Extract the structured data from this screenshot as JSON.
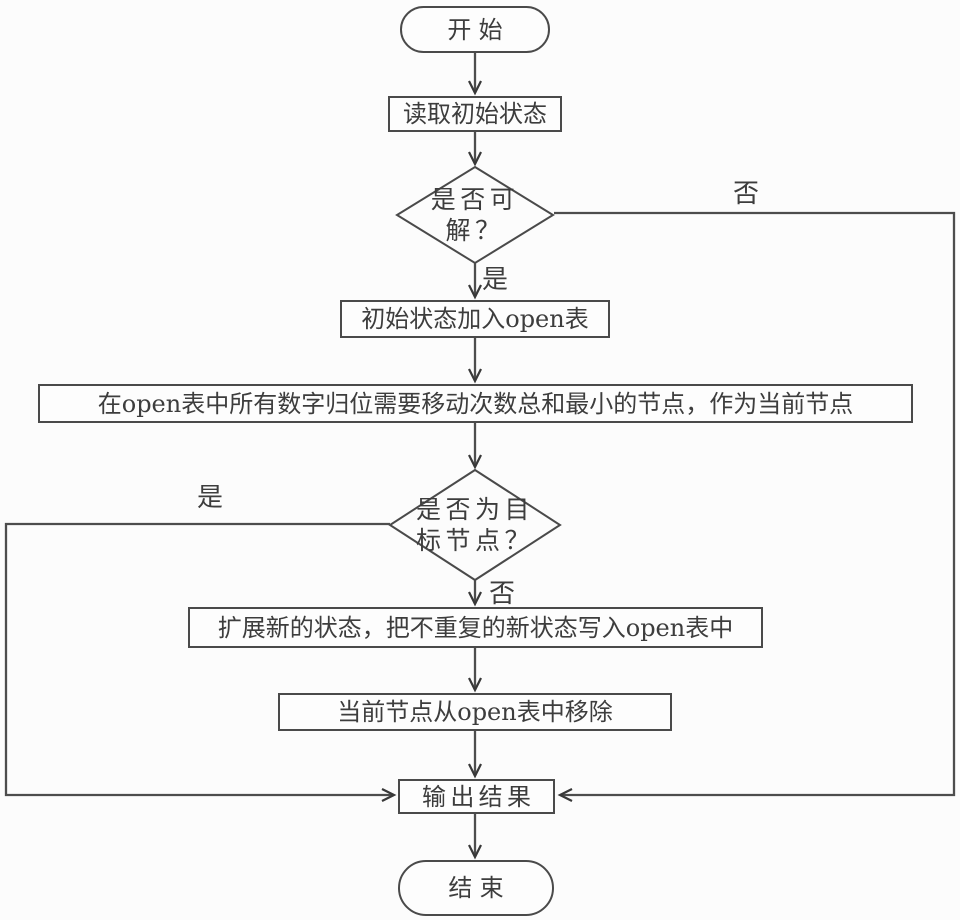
{
  "nodes": {
    "start": {
      "label": "开始"
    },
    "read_initial": {
      "label": "读取初始状态"
    },
    "solvable_decision": {
      "line1": "是否可",
      "line2": "解？"
    },
    "add_to_open": {
      "label": "初始状态加入open表"
    },
    "pick_best_node": {
      "label": "在open表中所有数字归位需要移动次数总和最小的节点，作为当前节点"
    },
    "target_decision": {
      "line1": "是否为目",
      "line2": "标节点？"
    },
    "expand_states": {
      "label": "扩展新的状态，把不重复的新状态写入open表中"
    },
    "remove_from_open": {
      "label": "当前节点从open表中移除"
    },
    "output_result": {
      "label": "输出结果"
    },
    "end": {
      "label": "结束"
    }
  },
  "edge_labels": {
    "solvable_no": "否",
    "solvable_yes": "是",
    "target_yes": "是",
    "target_no": "否"
  },
  "colors": {
    "line": "#4d4d4d",
    "box_border": "#4a4a4a",
    "text": "#3d3d3d",
    "background": "#fcfcfc"
  }
}
